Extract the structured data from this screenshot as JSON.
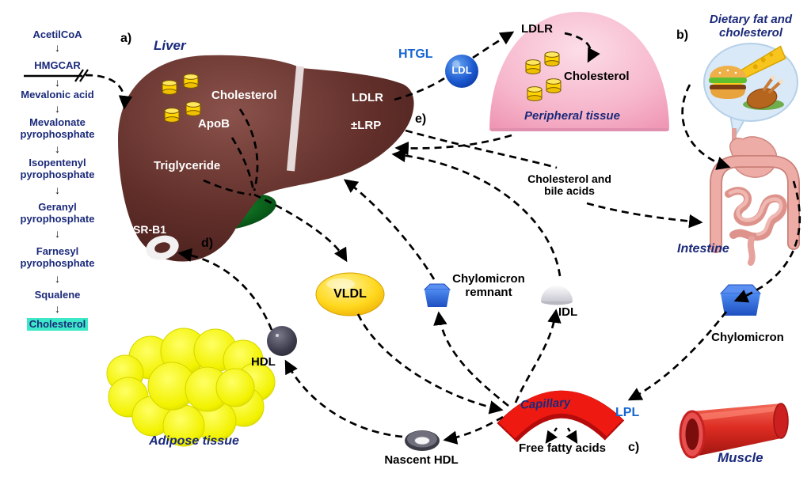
{
  "glyphs": {
    "down_arrow": "↓"
  },
  "panel_labels": {
    "a": "a)",
    "b": "b)",
    "c": "c)",
    "d": "d)",
    "e": "e)"
  },
  "pathway": {
    "steps": [
      "AcetilCoA",
      "HMGCAR",
      "Mevalonic acid",
      "Mevalonate pyrophosphate",
      "Isopentenyl pyrophosphate",
      "Geranyl pyrophosphate",
      "Farnesyl pyrophosphate",
      "Squalene",
      "Cholesterol"
    ],
    "highlight_color": "#3ce8c8"
  },
  "liver": {
    "name": "Liver",
    "cholesterol": "Cholesterol",
    "apob": "ApoB",
    "triglyceride": "Triglyceride",
    "srb1": "SR-B1",
    "ldlr": "LDLR",
    "lrp": "±LRP"
  },
  "enzymes": {
    "htgl": "HTGL",
    "lpl": "LPL",
    "color": "#1565d0"
  },
  "particles": {
    "ldl": "LDL",
    "vldl": "VLDL",
    "hdl": "HDL",
    "idl": "IDL",
    "nascent_hdl": "Nascent HDL",
    "chylomicron": "Chylomicron",
    "remnant_line1": "Chylomicron",
    "remnant_line2": "remnant"
  },
  "peripheral": {
    "name": "Peripheral tissue",
    "ldlr": "LDLR",
    "cholesterol": "Cholesterol"
  },
  "dietary": {
    "line1": "Dietary fat and",
    "line2": "cholesterol"
  },
  "intestine": {
    "name": "Intestine"
  },
  "flows": {
    "chol_bile_line1": "Cholesterol and",
    "chol_bile_line2": "bile acids",
    "free_fatty_acids": "Free fatty acids"
  },
  "capillary": {
    "name": "Capillary",
    "color": "#ee1a12"
  },
  "muscle": {
    "name": "Muscle"
  },
  "adipose": {
    "name": "Adipose tissue"
  },
  "colors": {
    "navy_text": "#1b2a7a",
    "liver": "#5e2c28",
    "peripheral_pink": "#f6b5ca",
    "ldl_blue": "#1450c8",
    "vldl_yellow": "#ffd400",
    "chylomicron_blue": "#2a60d8",
    "capillary_red": "#ee1a12",
    "adipose_yellow": "#f0f000"
  }
}
